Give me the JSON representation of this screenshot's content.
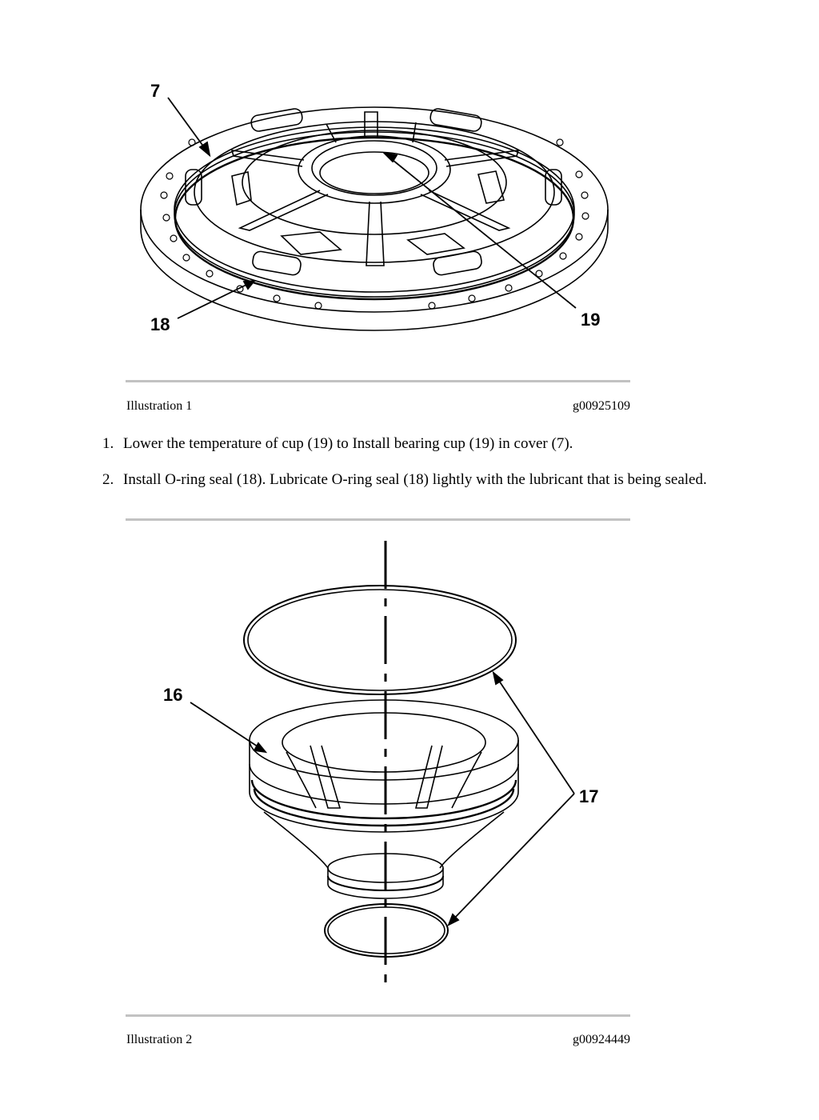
{
  "illustration1": {
    "callouts": {
      "c7": "7",
      "c18": "18",
      "c19": "19"
    },
    "caption_label": "Illustration 1",
    "caption_code": "g00925109"
  },
  "steps": [
    {
      "number": "1.",
      "text": "Lower the temperature of cup (19) to Install bearing cup (19) in cover (7)."
    },
    {
      "number": "2.",
      "text": "Install O-ring seal (18). Lubricate O-ring seal (18) lightly with the lubricant that is being sealed."
    }
  ],
  "illustration2": {
    "callouts": {
      "c16": "16",
      "c17": "17"
    },
    "caption_label": "Illustration 2",
    "caption_code": "g00924449"
  }
}
